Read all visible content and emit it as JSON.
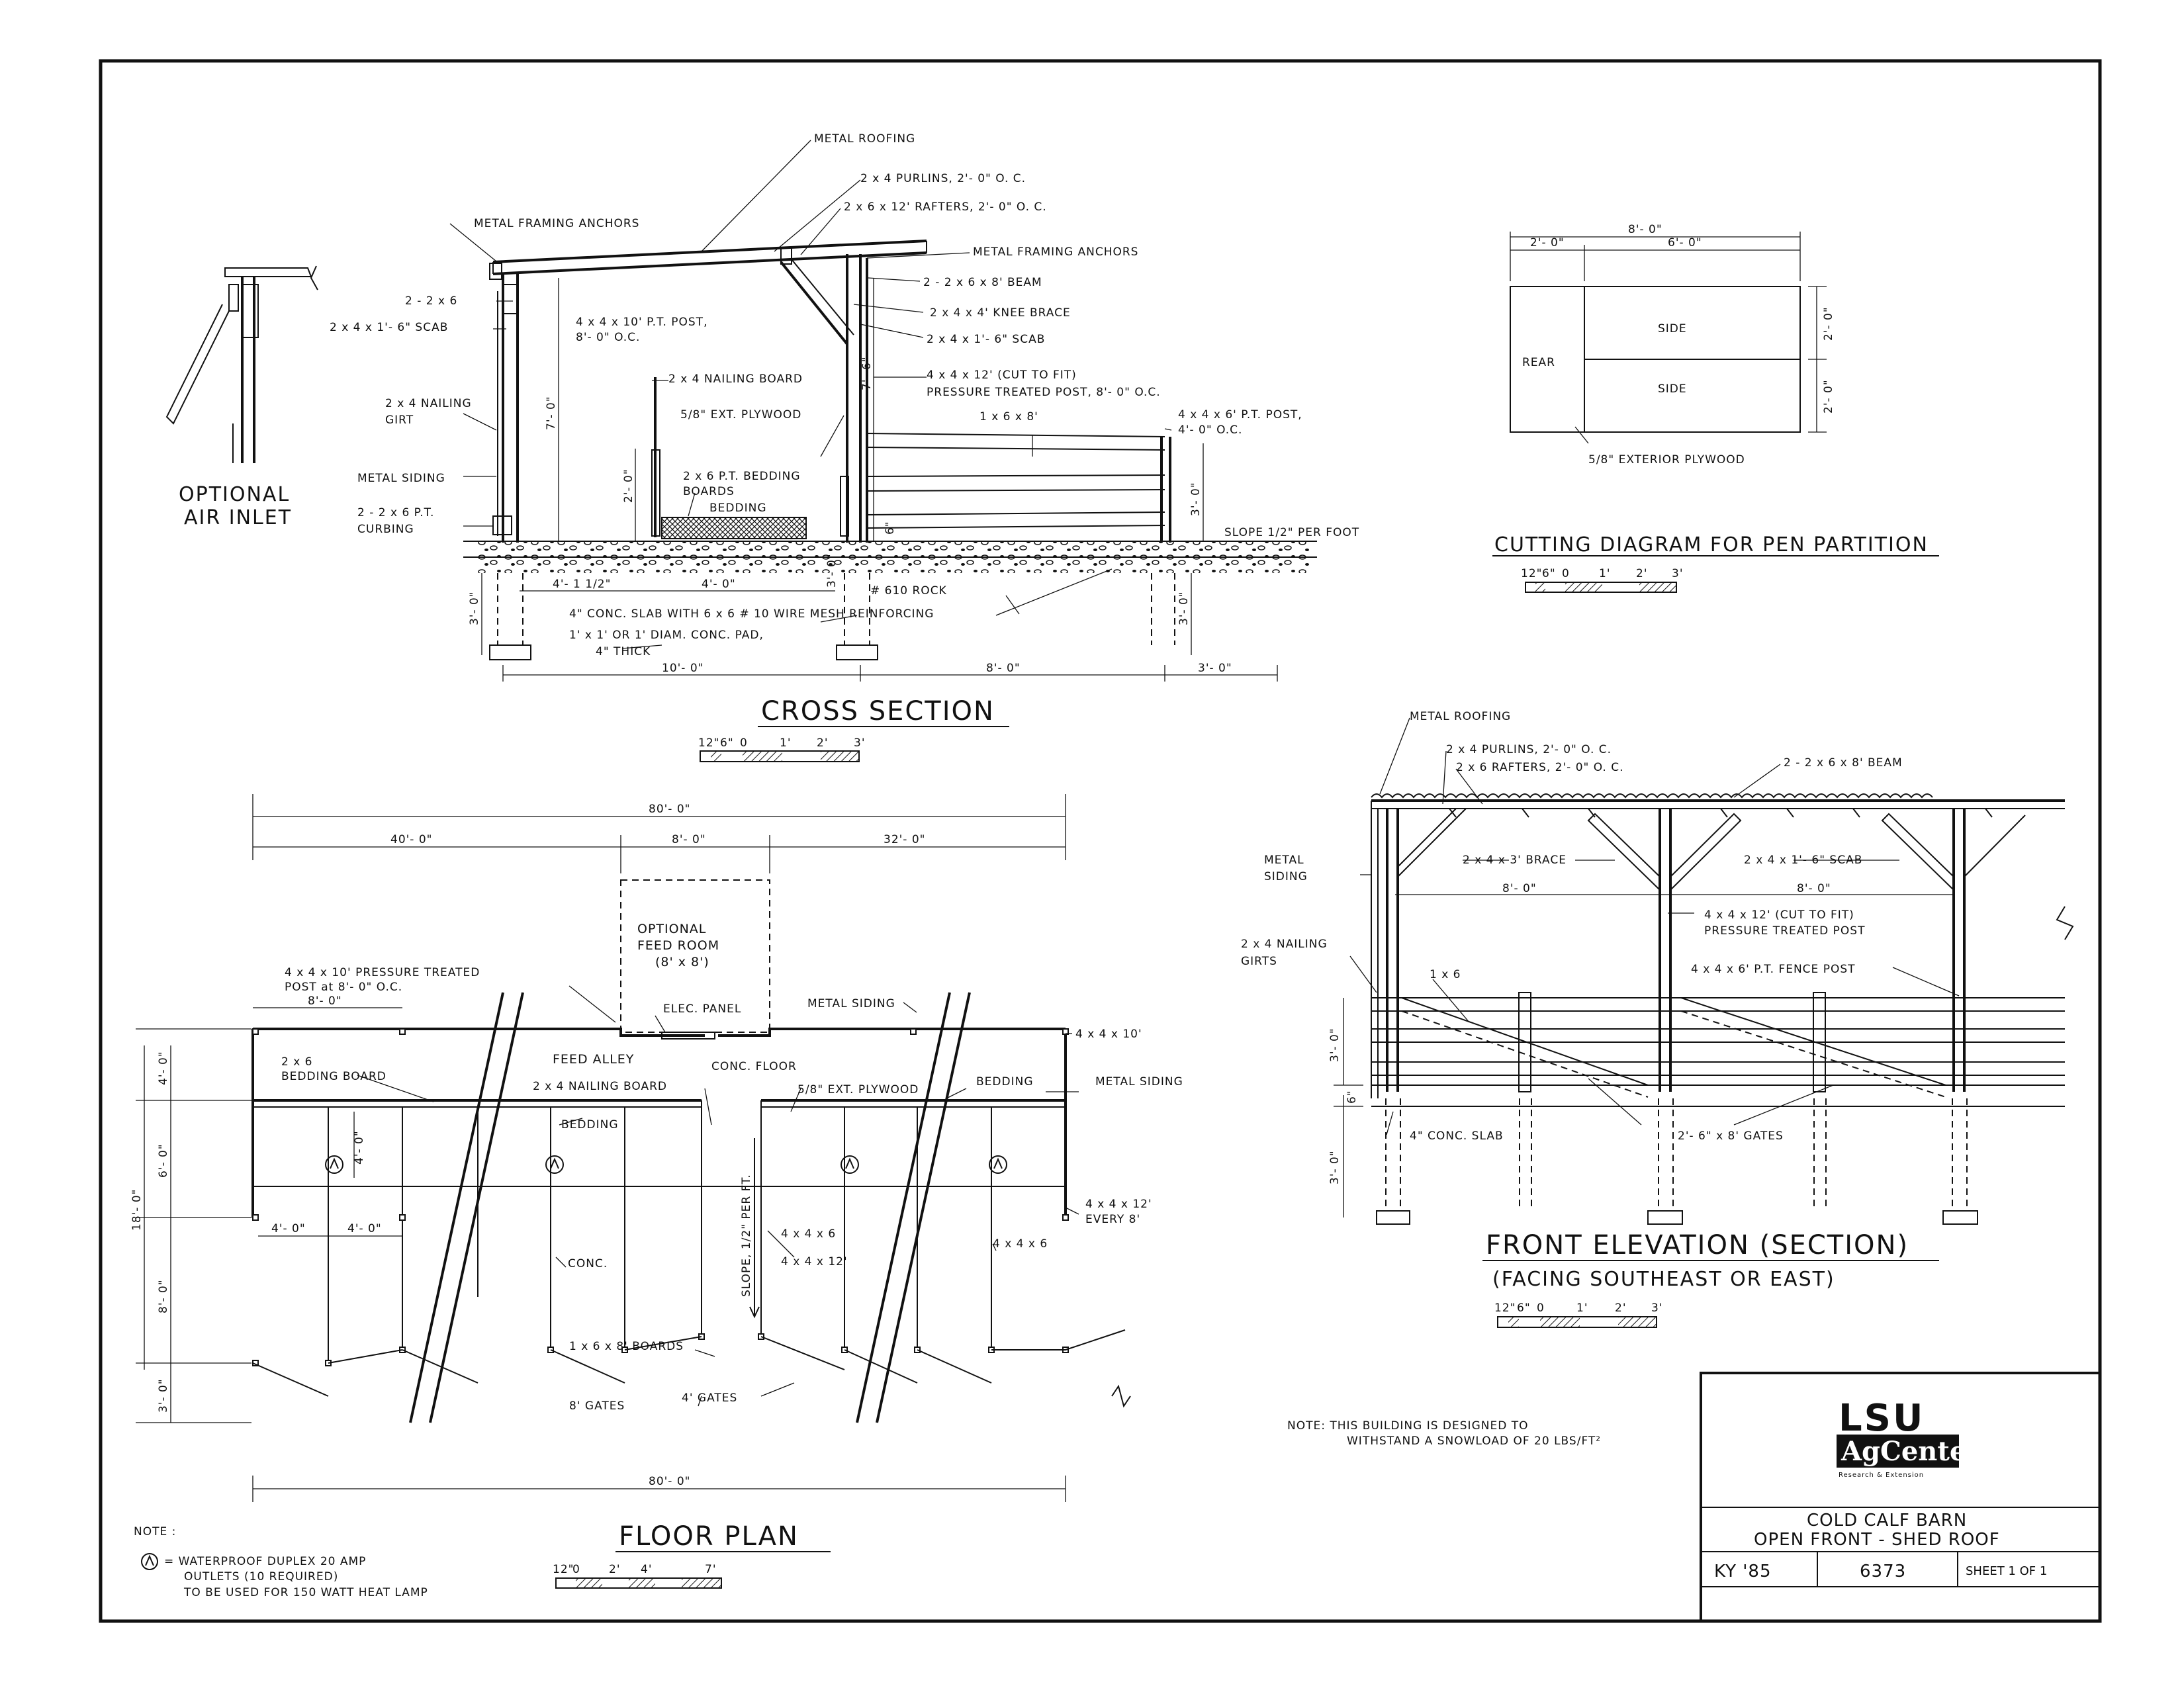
{
  "cross_section": {
    "title": "CROSS SECTION",
    "labels": {
      "metal_roofing": "METAL ROOFING",
      "purlins": "2 x 4  PURLINS, 2'- 0\" O. C.",
      "rafters": "2 x 6 x 12'  RAFTERS, 2'- 0\" O. C.",
      "metal_framing_anchors_left": "METAL FRAMING ANCHORS",
      "metal_framing_anchors_right": "METAL FRAMING ANCHORS",
      "beam": "2 - 2 x 6 x 8'  BEAM",
      "knee_brace": "2 x 4 x 4'  KNEE BRACE",
      "scab_right": "2 x 4 x 1'- 6\"  SCAB",
      "two_2x6": "2 - 2 x 6",
      "scab_left": "2 x 4 x 1'- 6\"  SCAB",
      "post_a": "4 x 4 x 10'  P.T. POST,",
      "post_b": "8'- 0\"  O.C.",
      "nailing_board": "2 x 4  NAILING BOARD",
      "post12_a": "4 x 4 x 12'  (CUT TO FIT)",
      "post12_b": "PRESSURE TREATED POST, 8'- 0\"  O.C.",
      "nailing_girt_a": "2 x 4  NAILING",
      "nailing_girt_b": "GIRT",
      "plywood": "5/8\"  EXT. PLYWOOD",
      "board_1x6": "1 x 6 x 8'",
      "post6_a": "4 x 4 x 6'  P.T. POST,",
      "post6_b": "4'- 0\"  O.C.",
      "metal_siding": "METAL SIDING",
      "bedding_board_a": "2 x 6  P.T. BEDDING",
      "bedding_board_b": "BOARDS",
      "bedding": "BEDDING",
      "curbing_a": "2 - 2 x 6  P.T.",
      "curbing_b": "CURBING",
      "slope": "SLOPE  1/2\"  PER FOOT",
      "rock": "# 610  ROCK",
      "slab": "4\"  CONC. SLAB WITH 6 x 6  # 10  WIRE MESH REINFORCING",
      "pad_a": "1' x 1'  OR  1'  DIAM. CONC. PAD,",
      "pad_b": "4\"  THICK"
    },
    "dims": {
      "h7": "7'- 0\"",
      "h7_6": "7'- 6\"",
      "h2": "2'- 0\"",
      "h3_left": "3'- 0\"",
      "h3_right": "3'- 0\"",
      "h3_pen": "3'- 0\"",
      "h3_slab": "3'- 0\"",
      "w4_1": "4'- 1 1/2\"",
      "w4": "4'- 0\"",
      "w10": "10'- 0\"",
      "w8": "8'- 0\"",
      "w3": "3'- 0\"",
      "h6": "6\""
    },
    "scale": [
      "12\"",
      "6\"",
      "0",
      "1'",
      "2'",
      "3'"
    ]
  },
  "optional_air_inlet": {
    "line1": "OPTIONAL",
    "line2": "AIR INLET"
  },
  "cutting_diagram": {
    "title": "CUTTING DIAGRAM FOR PEN PARTITION",
    "w_total": "8'- 0\"",
    "w_left": "2'- 0\"",
    "w_right": "6'- 0\"",
    "h_top": "2'- 0\"",
    "h_bottom": "2'- 0\"",
    "rear": "REAR",
    "side1": "SIDE",
    "side2": "SIDE",
    "plywood": "5/8\"  EXTERIOR  PLYWOOD",
    "scale": [
      "12\"",
      "6\"",
      "0",
      "1'",
      "2'",
      "3'"
    ]
  },
  "front_elevation": {
    "title": "FRONT ELEVATION (SECTION)",
    "subtitle": "(FACING SOUTHEAST  OR  EAST)",
    "labels": {
      "metal_roofing": "METAL ROOFING",
      "purlins": "2 x 4  PURLINS, 2'- 0\"  O. C.",
      "rafters": "2 x 6  RAFTERS,  2'- 0\"  O. C.",
      "beam": "2 - 2 x 6 x 8'  BEAM",
      "metal_siding_a": "METAL",
      "metal_siding_b": "SIDING",
      "brace": "2 x 4 x 3'  BRACE",
      "scab": "2 x 4 x 1'- 6\"  SCAB",
      "w8_a": "8'- 0\"",
      "w8_b": "8'- 0\"",
      "post12_a": "4 x 4 x 12'  (CUT TO FIT)",
      "post12_b": "PRESSURE TREATED POST",
      "nailing_girts_a": "2 x 4  NAILING",
      "nailing_girts_b": "GIRTS",
      "one_by_six": "1 x 6",
      "fence_post": "4 x 4 x 6'  P.T. FENCE POST",
      "slab": "4\"  CONC. SLAB",
      "gates": "2'- 6\" x 8'  GATES",
      "h3": "3'- 0\"",
      "h6": "6\"",
      "h3b": "3'- 0\""
    },
    "scale": [
      "12\"",
      "6\"",
      "0",
      "1'",
      "2'",
      "3'"
    ]
  },
  "floor_plan": {
    "title": "FLOOR PLAN",
    "dims": {
      "total_top": "80'- 0\"",
      "w40": "40'- 0\"",
      "w8": "8'- 0\"",
      "w32": "32'- 0\"",
      "post_spacing": "8'- 0\"",
      "total_bottom": "80'- 0\"",
      "d4a": "4'- 0\"",
      "d4b": "4'- 0\"",
      "d4c": "4'- 0\"",
      "h4": "4'- 0\"",
      "h6": "6'- 0\"",
      "h18": "18'- 0\"",
      "h8": "8'- 0\"",
      "h3": "3'- 0\""
    },
    "labels": {
      "feed_room_a": "OPTIONAL",
      "feed_room_b": "FEED ROOM",
      "feed_room_c": "(8' x 8')",
      "post_a": "4 x 4 x 10'  PRESSURE  TREATED",
      "post_b": "POST  at  8'- 0\"  O.C.",
      "elec_panel": "ELEC. PANEL",
      "metal_siding_top": "METAL SIDING",
      "post_4x4x10": "4 x 4 x 10'",
      "feed_alley": "FEED   ALLEY",
      "conc_floor": "CONC.  FLOOR",
      "bedding_board_a": "2 x 6",
      "bedding_board_b": "BEDDING BOARD",
      "nailing_board": "2 x 4  NAILING  BOARD",
      "plywood": "5/8\"  EXT. PLYWOOD",
      "bedding_right": "BEDDING",
      "metal_siding_right": "METAL   SIDING",
      "bedding_center": "BEDDING",
      "slope": "SLOPE, 1/2\"  PER  FT.",
      "post_4x4x6": "4 x 4 x 6",
      "post_4x4x12": "4 x 4 x 12'",
      "post_4x4x12_every_a": "4 x 4 x 12'",
      "post_4x4x12_every_b": "EVERY 8'",
      "post_4x4x6_b": "4 x 4 x 6",
      "conc": "CONC.",
      "boards": "1 x 6 x 8'  BOARDS",
      "gates8": "8'  GATES",
      "gates4": "4'  GATES"
    },
    "scale": [
      "12\"",
      "0",
      "2'",
      "4'",
      "7'"
    ]
  },
  "notes": {
    "note_label": "NOTE :",
    "outlet_1": "=  WATERPROOF  DUPLEX  20  AMP",
    "outlet_2": "OUTLETS  (10  REQUIRED)",
    "outlet_3": "TO  BE  USED  FOR  150  WATT  HEAT  LAMP",
    "snow_1": "NOTE:   THIS  BUILDING  IS  DESIGNED  TO",
    "snow_2": "WITHSTAND  A  SNOWLOAD  OF  20  LBS/FT²"
  },
  "title_block": {
    "logo_top": "LSU",
    "logo_mid": "AgCenter",
    "logo_sub": "Research & Extension",
    "title_1": "COLD  CALF  BARN",
    "title_2": "OPEN  FRONT - SHED  ROOF",
    "code": "KY '85",
    "number": "6373",
    "sheet": "SHEET  1  OF  1"
  }
}
